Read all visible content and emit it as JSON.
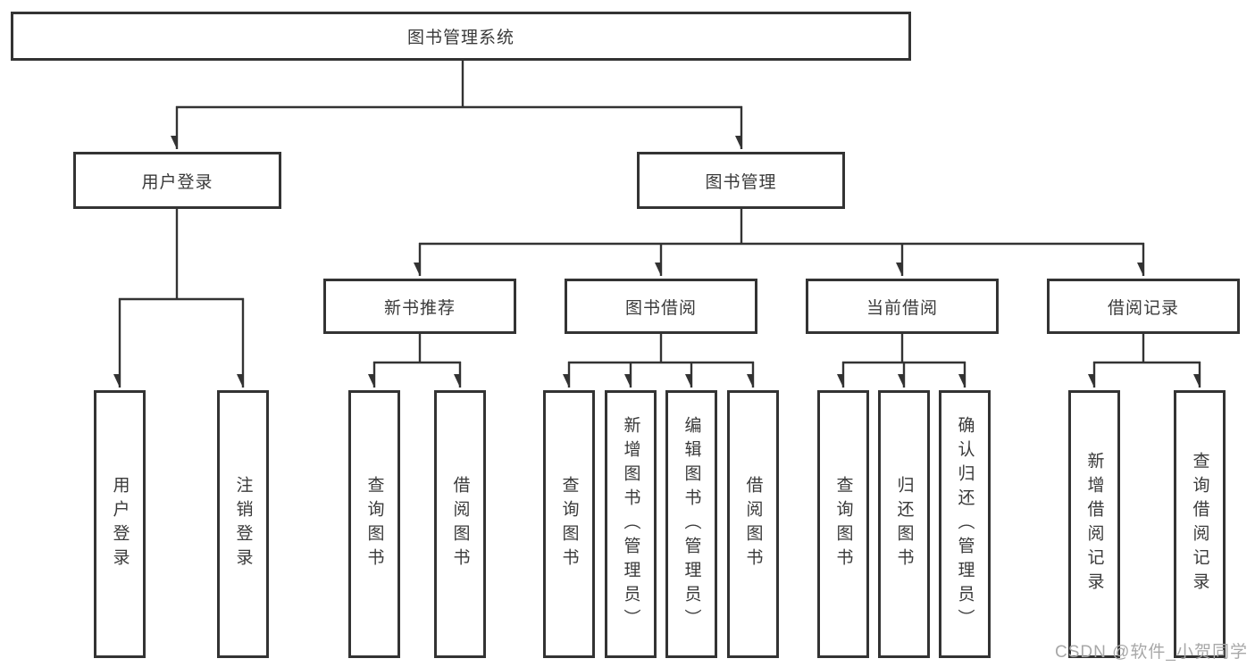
{
  "diagram": {
    "root": {
      "label": "图书管理系统"
    },
    "level1": [
      {
        "id": "user-login",
        "label": "用户登录"
      },
      {
        "id": "book-management",
        "label": "图书管理"
      }
    ],
    "level2": [
      {
        "id": "new-book-recommend",
        "label": "新书推荐"
      },
      {
        "id": "book-borrow",
        "label": "图书借阅"
      },
      {
        "id": "current-borrow",
        "label": "当前借阅"
      },
      {
        "id": "borrow-record",
        "label": "借阅记录"
      }
    ],
    "leaves": {
      "user_login": [
        "用户登录",
        "注销登录"
      ],
      "new_book": [
        "查询图书",
        "借阅图书"
      ],
      "book_borrow": [
        "查询图书",
        "新增图书（管理员）",
        "编辑图书（管理员）",
        "借阅图书"
      ],
      "current_borrow": [
        "查询图书",
        "归还图书",
        "确认归还（管理员）"
      ],
      "borrow_record": [
        "新增借阅记录",
        "查询借阅记录"
      ]
    }
  },
  "watermark": "CSDN @软件_小贺同学",
  "colors": {
    "line": "#333333",
    "box_border": "#333333",
    "text": "#3a3a3a",
    "watermark": "#a8a8a8",
    "background": "#ffffff"
  }
}
